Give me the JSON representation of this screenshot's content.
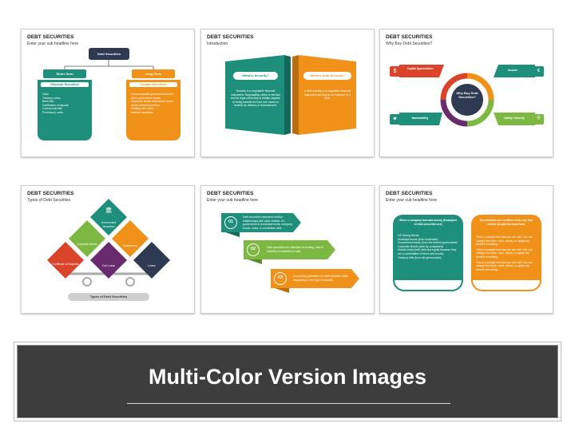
{
  "slides": [
    {
      "title": "DEBT SECURITIES",
      "subtitle": "Enter your sub headline here",
      "root": "Debt Securities",
      "left": {
        "head": "Short Term",
        "sub": "Discount Securities",
        "items": [
          "Cash",
          "Treasury notes",
          "Bank bills",
          "Certificates of deposit",
          "Commercial bills",
          "Promissory notes"
        ]
      },
      "right": {
        "head": "Long Term",
        "sub": "Coupon Securities",
        "items": [
          "Commonwealth government bonds",
          "Semi-government bonds",
          "Corporate bonds debentures notes",
          "Asset-backed securities",
          "Floating rate notes",
          "Indexed securities"
        ]
      }
    },
    {
      "title": "DEBT SECURITIES",
      "subtitle": "Introduction",
      "left": {
        "head": "What is Security?",
        "body": "Security is a negotiable financial instrument. Negotiability refers to the fact that its legal ownership is readily capable of being transferred from one owner to another by delivery or endorsement."
      },
      "right": {
        "head": "What is Debt Security?",
        "body": "A debt security is a negotiable financial instrument serving as an evidence of a debt."
      }
    },
    {
      "title": "DEBT SECURITIES",
      "subtitle": "Why Buy Debt Securities?",
      "center": "Why Buy Debt Securities?",
      "items": [
        "Capital Appreciation",
        "Income",
        "Marketability",
        "Safety/ Security"
      ]
    },
    {
      "title": "DEBT SECURITIES",
      "subtitle": "Types of Debt Securities",
      "items": [
        "Government Securities",
        "Corporate Bonds",
        "Debentures",
        "Certificate of Deposits",
        "Tool Loans",
        "Lease"
      ],
      "footer": "Types of Debt Securities"
    },
    {
      "title": "DEBT SECURITIES",
      "subtitle": "Enter your sub headline here",
      "steps": [
        {
          "num": "01",
          "text": "Debt securities represent creditor relationships with other entities. Ex. government & municipal bonds, company bonds, notes, & convertible debt."
        },
        {
          "num": "02",
          "text": "Debt securities are classified as trading, held to maturity or available for sale."
        },
        {
          "num": "03",
          "text": "Accounting guidelines for debt securities differ depending on the type of security."
        }
      ]
    },
    {
      "title": "DEBT SECURITIES",
      "subtitle": "Enter your sub headline here",
      "left": {
        "head": "When a company borrows money (Examples of debt securities are)",
        "items": [
          "US Saving Bonds",
          "Municipal bonds (from local/state)",
          "Government bonds (from the federal government)",
          "Corporate Bonds (sold by companies)",
          "Mutual funds (both debt and equity because they are a combination of stock and bonds)",
          "Treasury bills (from the government)"
        ]
      },
      "right": {
        "head": "Bondholders are creditors of an org. that he/she bought the bond from",
        "items": [
          "This is a sample text that you can edit. You can change font (size, color, name), or apply any desired formatting.",
          "This is a sample text that you can edit. You can change font (size, color, name), or apply any desired formatting.",
          "This is a sample text that you can edit. You can change font (size, color, name), or apply any desired formatting."
        ]
      }
    }
  ],
  "banner": {
    "title": "Multi-Color Version Images"
  },
  "colors": {
    "teal": "#1e8f7a",
    "orange": "#f0921a",
    "green": "#7db843",
    "red": "#d9442b",
    "purple": "#6a2a6e",
    "navy": "#2d3a52"
  }
}
